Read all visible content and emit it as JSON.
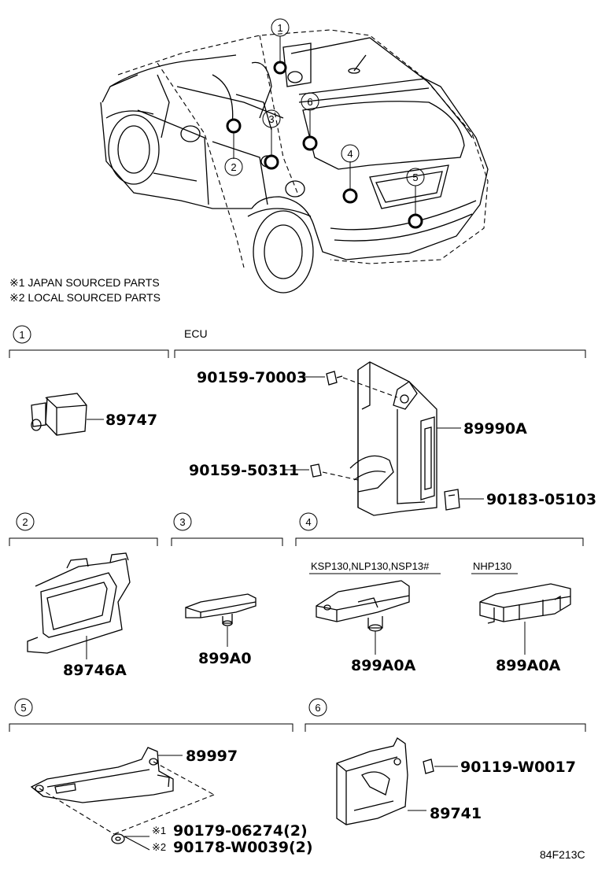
{
  "notes": {
    "japan": "※1 JAPAN SOURCED PARTS",
    "local": "※2 LOCAL SOURCED PARTS"
  },
  "callouts": [
    "1",
    "2",
    "3",
    "4",
    "5",
    "6"
  ],
  "sections": {
    "s1": {
      "num": "1",
      "parts": [
        "89747"
      ]
    },
    "ecu": {
      "title": "ECU",
      "parts": [
        "90159-70003",
        "89990A",
        "90159-50311",
        "90183-05103"
      ]
    },
    "s2": {
      "num": "2",
      "parts": [
        "89746A"
      ]
    },
    "s3": {
      "num": "3",
      "parts": [
        "899A0"
      ]
    },
    "s4": {
      "num": "4",
      "variant_a": "KSP130,NLP130,NSP13#",
      "variant_b": "NHP130",
      "part_a": "899A0A",
      "part_b": "899A0A"
    },
    "s5": {
      "num": "5",
      "parts": [
        "89997",
        "90179-06274(2)",
        "90178-W0039(2)"
      ],
      "mark1": "※1",
      "mark2": "※2"
    },
    "s6": {
      "num": "6",
      "parts": [
        "90119-W0017",
        "89741"
      ]
    }
  },
  "figure_code": "84F213C"
}
